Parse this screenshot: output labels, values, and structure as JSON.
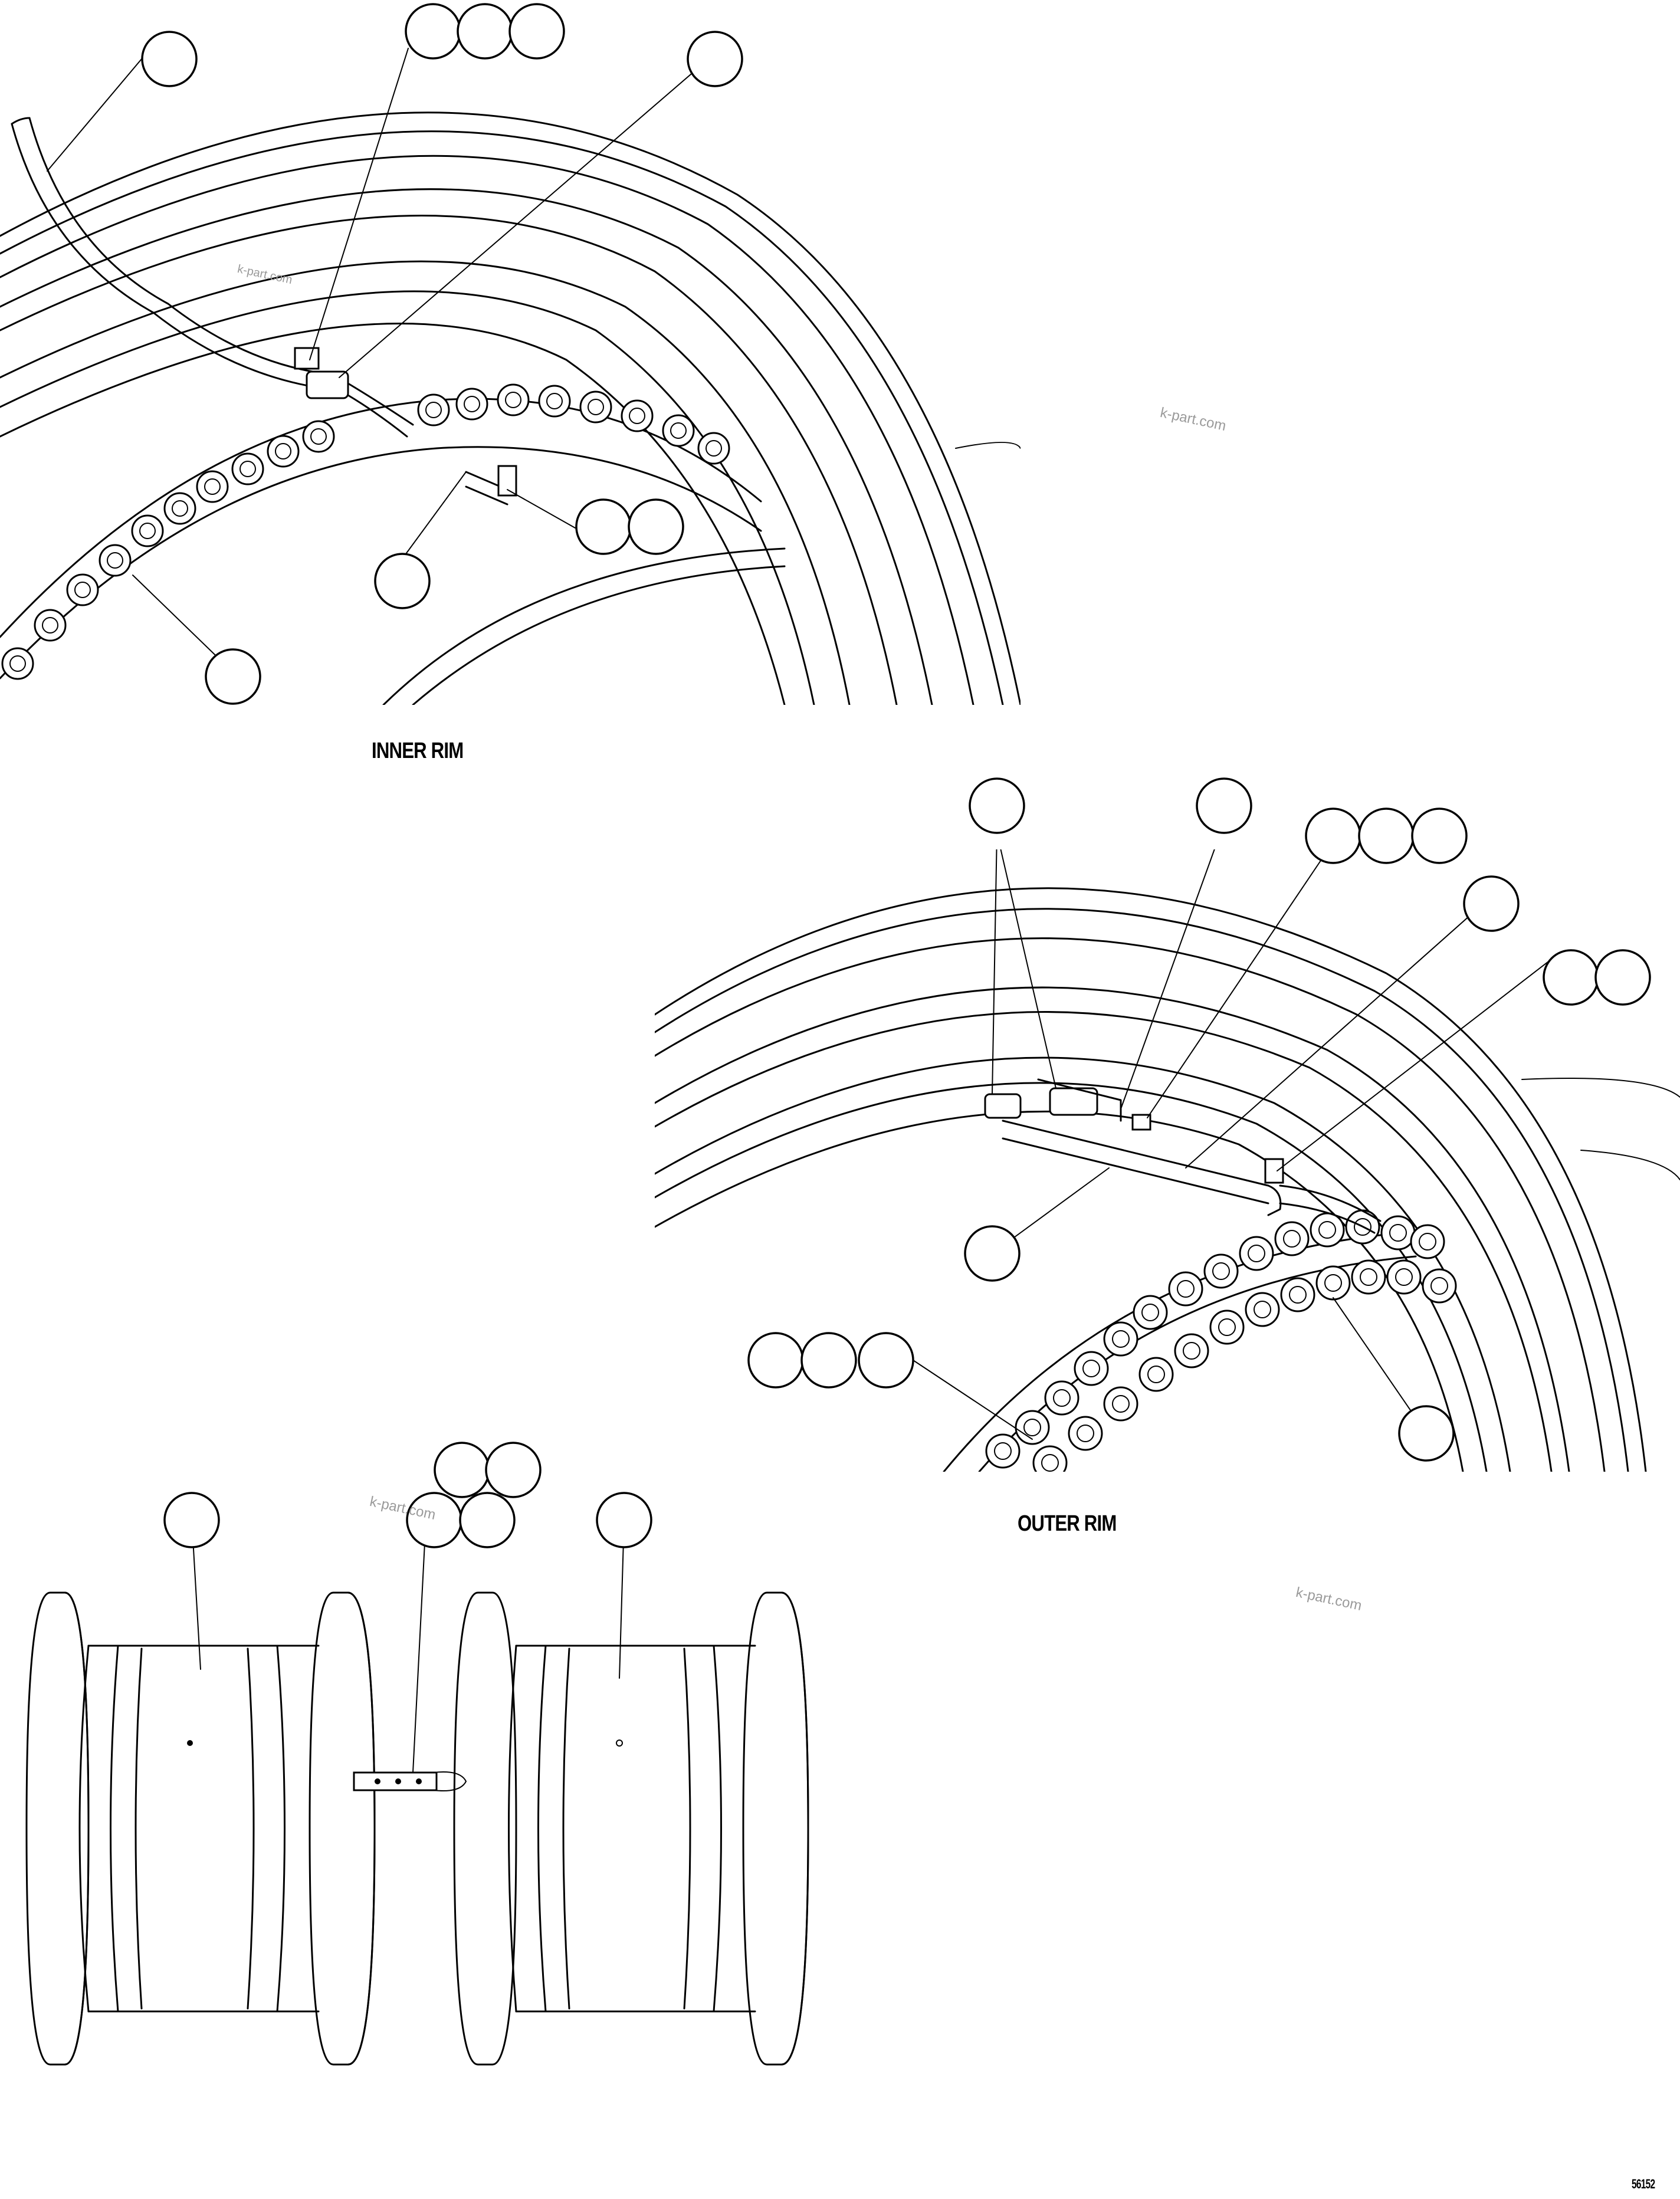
{
  "labels": {
    "inner_rim": "INNER RIM",
    "outer_rim": "OUTER RIM",
    "drawing_number": "56152"
  },
  "watermarks": [
    "k-part.com",
    "k-part.com",
    "k-part.com",
    "k-part.com"
  ]
}
